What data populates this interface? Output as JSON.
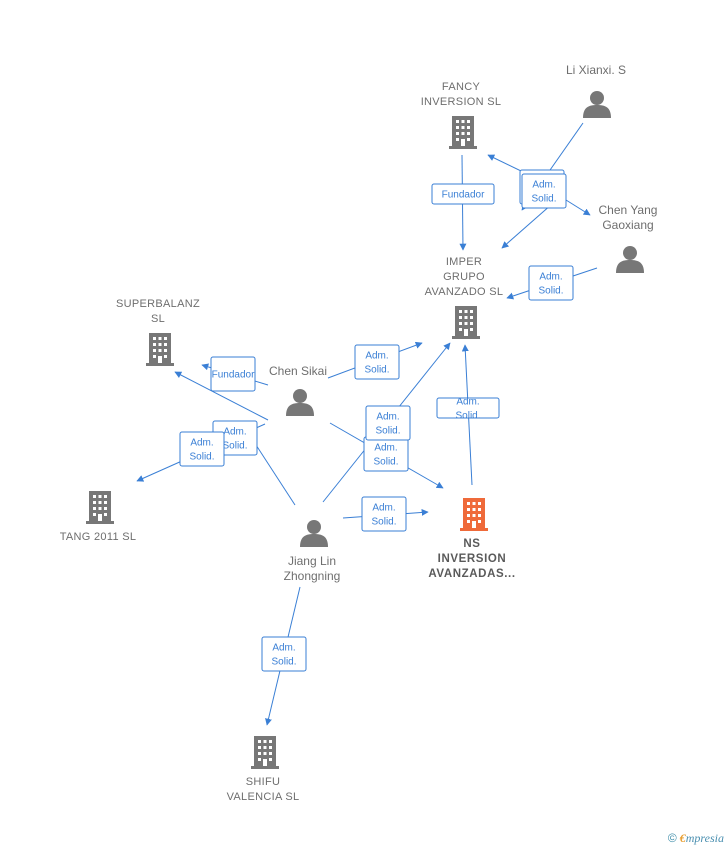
{
  "nodes": [
    {
      "id": "fancy",
      "kind": "company",
      "lines": [
        "FANCY",
        "INVERSION  SL"
      ]
    },
    {
      "id": "lixianxi",
      "kind": "person",
      "lines": [
        "Li Xianxi.  S"
      ]
    },
    {
      "id": "chenyang",
      "kind": "person",
      "lines": [
        "Chen Yang",
        "Gaoxiang"
      ]
    },
    {
      "id": "imper",
      "kind": "company",
      "lines": [
        "IMPER",
        "GRUPO",
        "AVANZADO  SL"
      ]
    },
    {
      "id": "superbalanz",
      "kind": "company",
      "lines": [
        "SUPERBALANZ",
        "SL"
      ]
    },
    {
      "id": "chensikai",
      "kind": "person",
      "lines": [
        "Chen Sikai"
      ]
    },
    {
      "id": "tang",
      "kind": "company",
      "lines": [
        "TANG 2011 SL"
      ]
    },
    {
      "id": "jianglin",
      "kind": "person",
      "lines": [
        "Jiang Lin",
        "Zhongning"
      ]
    },
    {
      "id": "ns",
      "kind": "focus",
      "lines": [
        "NS",
        "INVERSION",
        "AVANZADAS..."
      ]
    },
    {
      "id": "shifu",
      "kind": "company",
      "lines": [
        "SHIFU",
        "VALENCIA  SL"
      ]
    }
  ],
  "edges": [
    {
      "id": "e1",
      "lines": [
        "Fundador"
      ]
    },
    {
      "id": "e2",
      "lines": [
        "Adm.",
        "Solid."
      ]
    },
    {
      "id": "e3",
      "lines": [
        "Adm.",
        "Solid."
      ]
    },
    {
      "id": "e4",
      "lines": [
        "Adm.",
        "Solid."
      ]
    },
    {
      "id": "e5",
      "lines": [
        "Adm.",
        "Solid."
      ]
    },
    {
      "id": "e6",
      "lines": [
        "Adm.",
        "Solid."
      ]
    },
    {
      "id": "e7",
      "lines": [
        "Fundador"
      ]
    },
    {
      "id": "e8",
      "lines": [
        "Adm.",
        "Solid."
      ]
    },
    {
      "id": "e9",
      "lines": [
        "Adm.",
        "Solid."
      ]
    },
    {
      "id": "e10",
      "lines": [
        "Adm.",
        "Solid."
      ]
    },
    {
      "id": "e11",
      "lines": [
        "Adm.",
        "Solid."
      ]
    },
    {
      "id": "e12",
      "lines": [
        "Adm.",
        "Solid."
      ]
    },
    {
      "id": "e13",
      "lines": [
        "Adm.",
        "Solid."
      ]
    },
    {
      "id": "e14",
      "lines": [
        "Adm.",
        "Solid."
      ]
    }
  ],
  "colors": {
    "edge": "#3a7fd5",
    "node": "#777777",
    "focus": "#ef6a3a"
  },
  "footer": {
    "copyright": "©",
    "brand_initial": "€",
    "brand_rest": "mpresia"
  }
}
